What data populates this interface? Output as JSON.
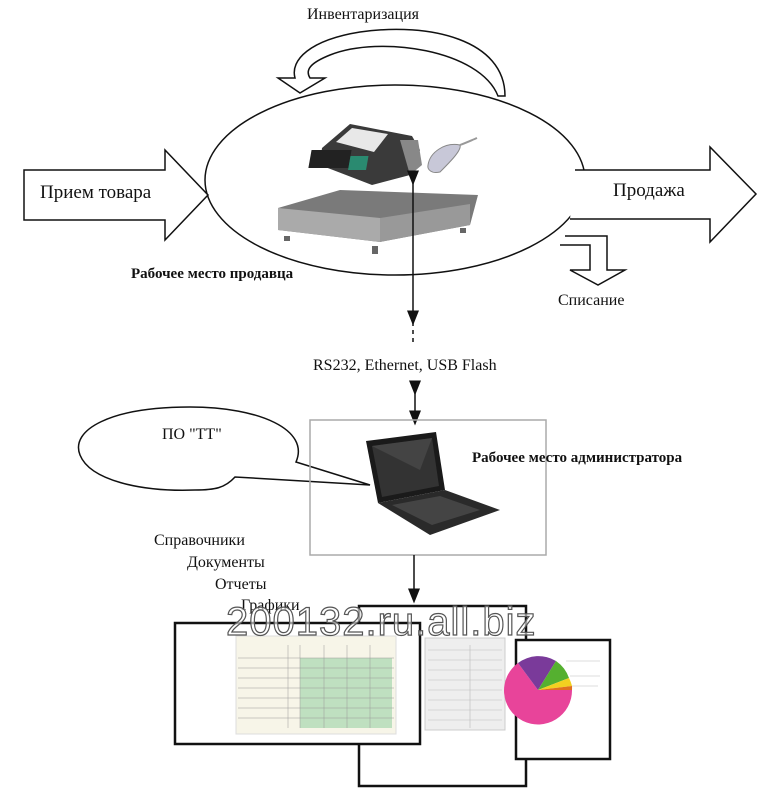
{
  "labels": {
    "inventory": "Инвентаризация",
    "receiving": "Прием товара",
    "sales": "Продажа",
    "writeoff": "Списание",
    "seller_workplace": "Рабочее место продавца",
    "interfaces": "RS232, Ethernet, USB Flash",
    "software": "ПО \"ТТ\"",
    "admin_workplace": "Рабочее место администратора",
    "outputs": [
      "Справочники",
      "Документы",
      "Отчеты",
      "Графики"
    ]
  },
  "watermark": "200132.ru.all.biz",
  "colors": {
    "line": "#111111",
    "box_border": "#aaaaaa",
    "table_green": "#bfe0c0",
    "pie_purple": "#7a3a9a",
    "pie_green": "#55b030",
    "pie_yellow": "#f2d020",
    "pie_orange": "#e07020",
    "pie_pink": "#e8449a"
  }
}
